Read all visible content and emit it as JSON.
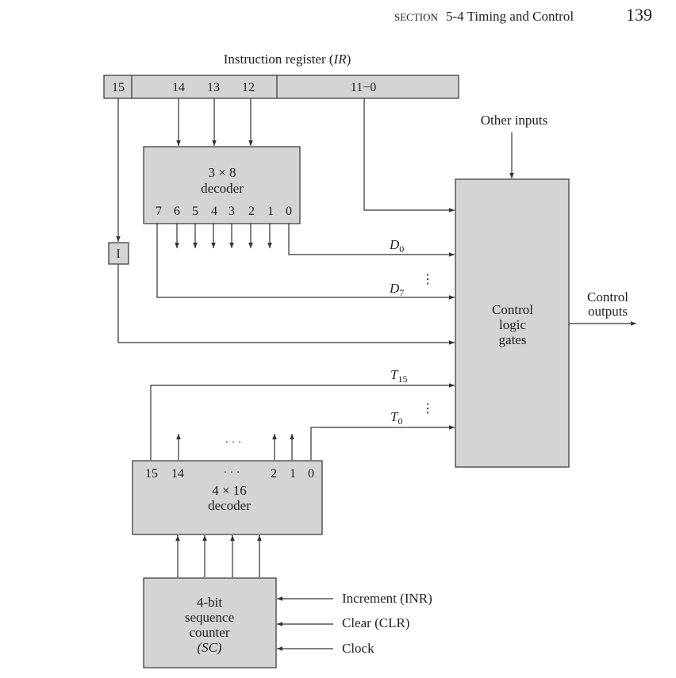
{
  "header": {
    "section_prefix": "SECTION",
    "section_title": "5-4 Timing and Control",
    "page_number": "139"
  },
  "instruction_register": {
    "title": "Instruction register (",
    "title_italic": "IR",
    "title_close": ")",
    "field_15": "15",
    "field_14": "14",
    "field_13": "13",
    "field_12": "12",
    "field_11_0": "11−0"
  },
  "decoder_3x8": {
    "line1": "3 × 8",
    "line2": "decoder",
    "outputs": [
      "7",
      "6",
      "5",
      "4",
      "3",
      "2",
      "1",
      "0"
    ]
  },
  "flipflop_label": "I",
  "signals": {
    "d0": "D",
    "d0_sub": "0",
    "d7": "D",
    "d7_sub": "7",
    "t15": "T",
    "t15_sub": "15",
    "t0": "T",
    "t0_sub": "0",
    "vdots": "⋮",
    "hdots": "· · ·"
  },
  "other_inputs": "Other inputs",
  "control_logic": {
    "line1": "Control",
    "line2": "logic",
    "line3": "gates"
  },
  "control_outputs": {
    "line1": "Control",
    "line2": "outputs"
  },
  "decoder_4x16": {
    "outputs_left": [
      "15",
      "14"
    ],
    "outputs_right": [
      "2",
      "1",
      "0"
    ],
    "dots": "· · ·",
    "line1": "4 × 16",
    "line2": "decoder"
  },
  "sequence_counter": {
    "line1": "4-bit",
    "line2": "sequence",
    "line3": "counter",
    "line4": "(SC)"
  },
  "counter_inputs": {
    "increment": "Increment (INR)",
    "clear": "Clear (CLR)",
    "clock": "Clock"
  }
}
